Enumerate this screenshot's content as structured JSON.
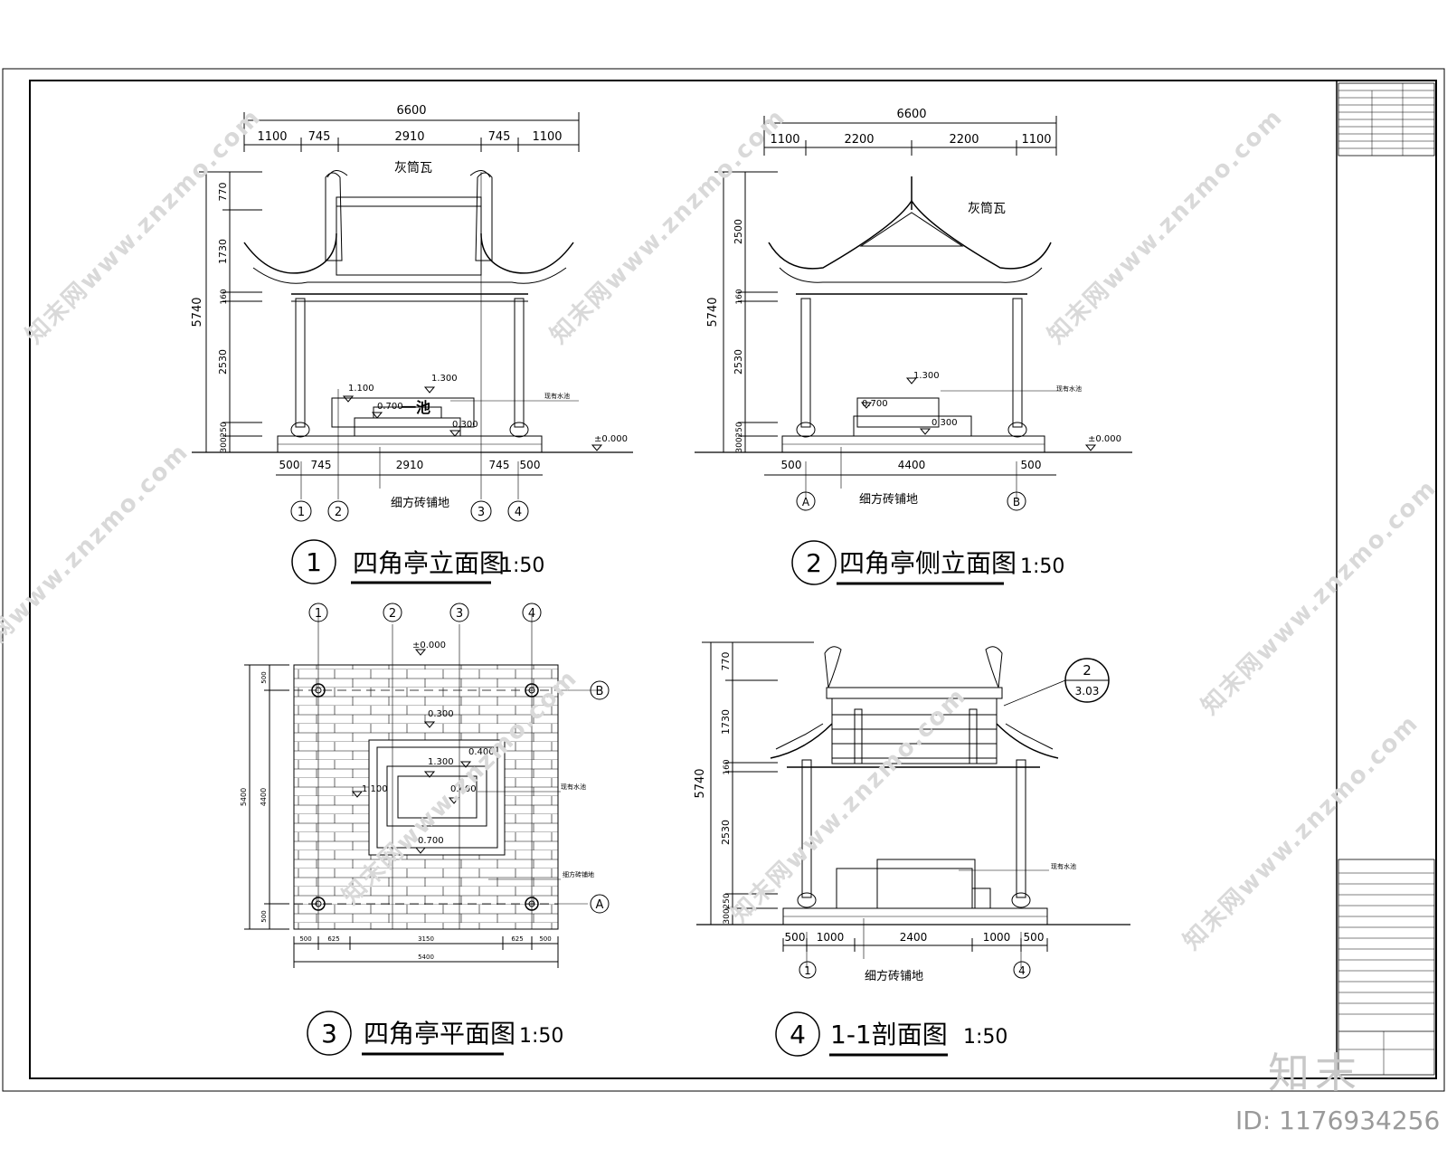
{
  "views": {
    "v1": {
      "num": "1",
      "title": "四角亭立面图",
      "scale": "1:50",
      "dims_top_total": "6600",
      "dims_top": [
        "1100",
        "745",
        "2910",
        "745",
        "1100"
      ],
      "dims_left": [
        "770",
        "1730",
        "160",
        "2530",
        "250",
        "300"
      ],
      "dim_left_total": "5740",
      "dims_bottom": [
        "500",
        "745",
        "2910",
        "745",
        "500"
      ],
      "roof_label": "灰筒瓦",
      "pond_text": "一池",
      "levels": [
        "1.100",
        "1.300",
        "0.700",
        "0.300",
        "±0.000"
      ],
      "pond_label": "现有水池",
      "floor_label": "细方砖铺地",
      "axes": [
        "1",
        "2",
        "3",
        "4"
      ]
    },
    "v2": {
      "num": "2",
      "title": "四角亭侧立面图",
      "scale": "1:50",
      "dims_top_total": "6600",
      "dims_top": [
        "1100",
        "2200",
        "2200",
        "1100"
      ],
      "dims_left": [
        "2500",
        "160",
        "2530",
        "250",
        "300"
      ],
      "dim_left_total": "5740",
      "dims_bottom": [
        "500",
        "4400",
        "500"
      ],
      "roof_label": "灰筒瓦",
      "levels": [
        "1.300",
        "0.700",
        "0.300",
        "±0.000"
      ],
      "pond_label": "现有水池",
      "floor_label": "细方砖铺地",
      "axes": [
        "A",
        "B"
      ]
    },
    "v3": {
      "num": "3",
      "title": "四角亭平面图",
      "scale": "1:50",
      "levels": [
        "±0.000",
        "0.300",
        "0.400",
        "1.300",
        "0.400",
        "1.100",
        "0.700"
      ],
      "dims_left": [
        "500",
        "4400",
        "500"
      ],
      "dim_left_total": "5400",
      "dims_bottom": [
        "500",
        "625",
        "3150",
        "625",
        "500"
      ],
      "dim_bottom_total": "5400",
      "pond_label": "现有水池",
      "floor_label": "细方砖铺地",
      "axes_top": [
        "1",
        "2",
        "3",
        "4"
      ],
      "axes_side": [
        "B",
        "A"
      ]
    },
    "v4": {
      "num": "4",
      "title": "1-1剖面图",
      "scale": "1:50",
      "dims_left": [
        "770",
        "1730",
        "160",
        "2530",
        "250",
        "300"
      ],
      "dim_left_total": "5740",
      "dims_bottom": [
        "500",
        "1000",
        "2400",
        "1000",
        "500"
      ],
      "detail_top": "2",
      "detail_bottom": "3.03",
      "pond_label": "现有水池",
      "floor_label": "细方砖铺地",
      "axes": [
        "1",
        "4"
      ]
    }
  },
  "watermark": "知末网www.znzmo.com",
  "brand": "知末",
  "image_id": "ID: 1176934256"
}
